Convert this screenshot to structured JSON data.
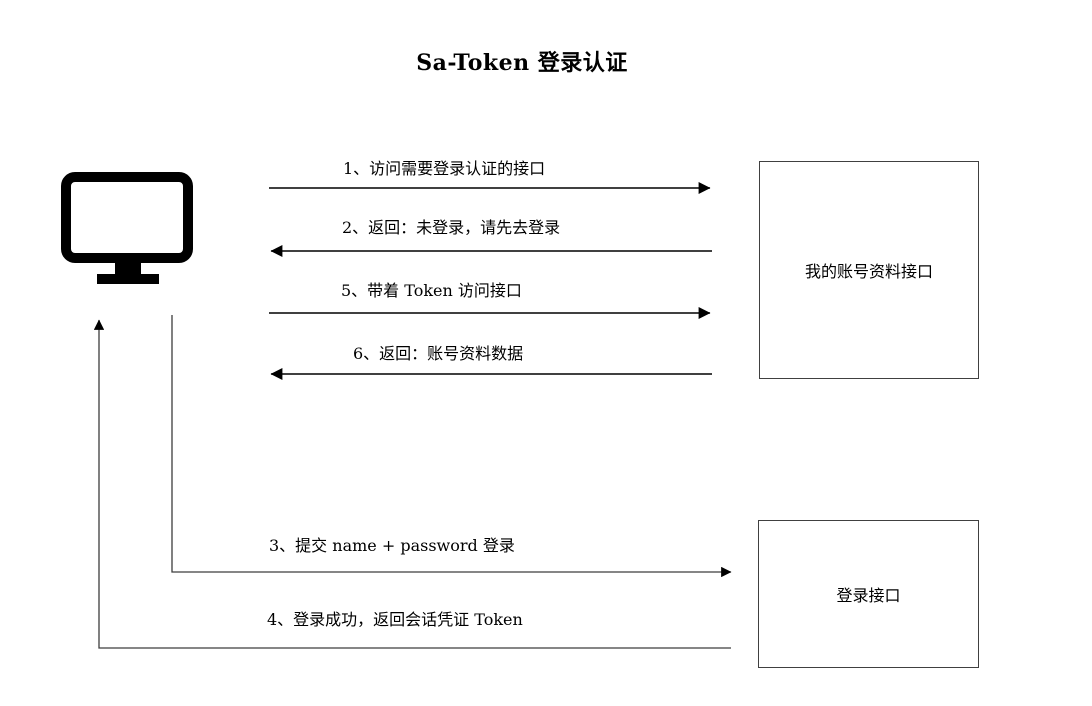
{
  "title": "Sa-Token 登录认证",
  "nodes": {
    "client_icon": "computer-monitor-icon",
    "account_api": {
      "label": "我的账号资料接口"
    },
    "login_api": {
      "label": "登录接口"
    }
  },
  "flows": {
    "step1": {
      "label": "1、访问需要登录认证的接口",
      "from": "client",
      "to": "account_api",
      "direction": "right"
    },
    "step2": {
      "label": "2、返回：未登录，请先去登录",
      "from": "account_api",
      "to": "client",
      "direction": "left"
    },
    "step3": {
      "label": "3、提交 name + password 登录",
      "from": "client",
      "to": "login_api",
      "direction": "right"
    },
    "step4": {
      "label": "4、登录成功，返回会话凭证 Token",
      "from": "login_api",
      "to": "client",
      "direction": "up-left"
    },
    "step5": {
      "label": "5、带着 Token 访问接口",
      "from": "client",
      "to": "account_api",
      "direction": "right"
    },
    "step6": {
      "label": "6、返回：账号资料数据",
      "from": "account_api",
      "to": "client",
      "direction": "left"
    }
  },
  "colors": {
    "line": "#000000",
    "connector": "#3d3d3d",
    "box_border": "#404040",
    "text": "#000000",
    "background": "#ffffff"
  }
}
